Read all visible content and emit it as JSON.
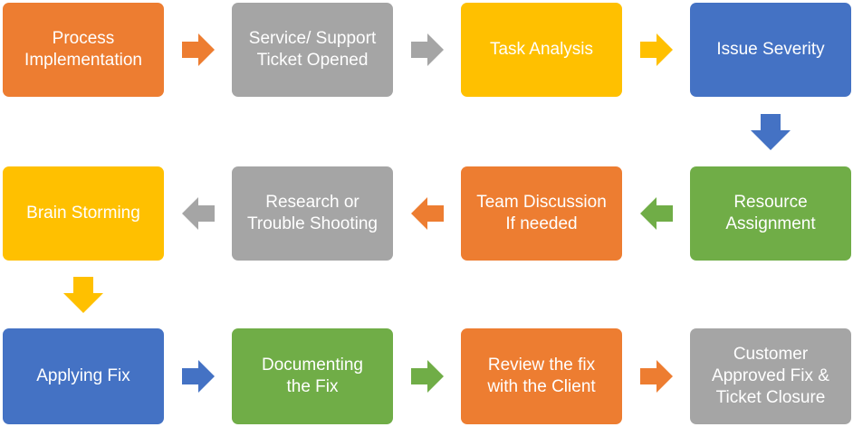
{
  "colors": {
    "orange": "#ED7D31",
    "gray": "#A5A5A5",
    "yellow": "#FFC000",
    "blue": "#4472C4",
    "green": "#70AD47"
  },
  "steps": [
    {
      "id": "process-implementation",
      "label": "Process\nImplementation",
      "color": "orange"
    },
    {
      "id": "service-support-ticket-opened",
      "label": "Service/ Support\nTicket Opened",
      "color": "gray"
    },
    {
      "id": "task-analysis",
      "label": "Task Analysis",
      "color": "yellow"
    },
    {
      "id": "issue-severity",
      "label": "Issue Severity",
      "color": "blue"
    },
    {
      "id": "resource-assignment",
      "label": "Resource\nAssignment",
      "color": "green"
    },
    {
      "id": "team-discussion",
      "label": "Team Discussion\nIf needed",
      "color": "orange"
    },
    {
      "id": "research-troubleshooting",
      "label": "Research or\nTrouble Shooting",
      "color": "gray"
    },
    {
      "id": "brain-storming",
      "label": "Brain Storming",
      "color": "yellow"
    },
    {
      "id": "applying-fix",
      "label": "Applying Fix",
      "color": "blue"
    },
    {
      "id": "documenting-fix",
      "label": "Documenting\nthe Fix",
      "color": "green"
    },
    {
      "id": "review-fix-client",
      "label": "Review the fix\nwith the Client",
      "color": "orange"
    },
    {
      "id": "customer-approved-closure",
      "label": "Customer\nApproved Fix &\nTicket Closure",
      "color": "gray"
    }
  ],
  "arrows": [
    {
      "from": "process-implementation",
      "to": "service-support-ticket-opened",
      "direction": "right",
      "color": "orange"
    },
    {
      "from": "service-support-ticket-opened",
      "to": "task-analysis",
      "direction": "right",
      "color": "gray"
    },
    {
      "from": "task-analysis",
      "to": "issue-severity",
      "direction": "right",
      "color": "yellow"
    },
    {
      "from": "issue-severity",
      "to": "resource-assignment",
      "direction": "down",
      "color": "blue"
    },
    {
      "from": "resource-assignment",
      "to": "team-discussion",
      "direction": "left",
      "color": "green"
    },
    {
      "from": "team-discussion",
      "to": "research-troubleshooting",
      "direction": "left",
      "color": "orange"
    },
    {
      "from": "research-troubleshooting",
      "to": "brain-storming",
      "direction": "left",
      "color": "gray"
    },
    {
      "from": "brain-storming",
      "to": "applying-fix",
      "direction": "down",
      "color": "yellow"
    },
    {
      "from": "applying-fix",
      "to": "documenting-fix",
      "direction": "right",
      "color": "blue"
    },
    {
      "from": "documenting-fix",
      "to": "review-fix-client",
      "direction": "right",
      "color": "green"
    },
    {
      "from": "review-fix-client",
      "to": "customer-approved-closure",
      "direction": "right",
      "color": "orange"
    }
  ]
}
